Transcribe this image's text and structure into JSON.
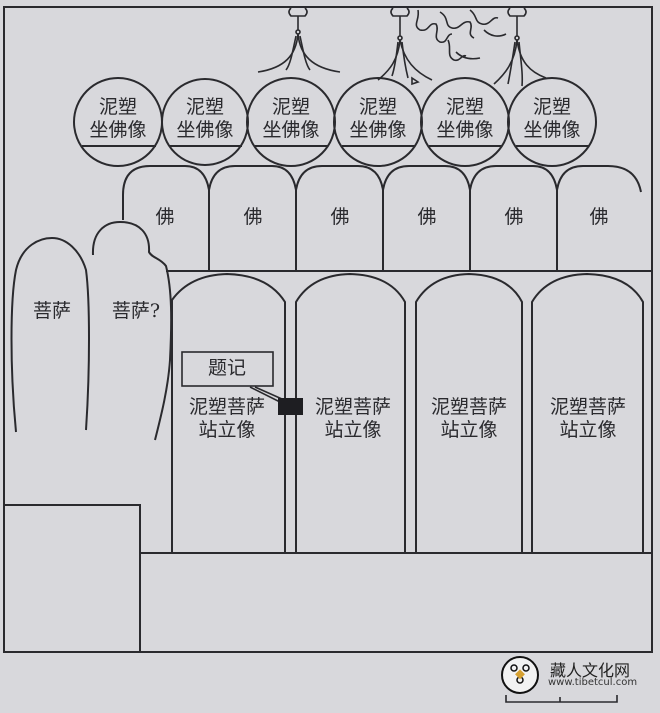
{
  "diagram": {
    "title": "",
    "background": "#d8d8dc",
    "line_color": "#2a2a2e",
    "seated_buddhas": {
      "count": 6,
      "label_line1": "泥塑",
      "label_line2": "坐佛像",
      "items": [
        {
          "line1": "泥塑",
          "line2": "坐佛像"
        },
        {
          "line1": "泥塑",
          "line2": "坐佛像"
        },
        {
          "line1": "泥塑",
          "line2": "坐佛像"
        },
        {
          "line1": "泥塑",
          "line2": "坐佛像"
        },
        {
          "line1": "泥塑",
          "line2": "坐佛像"
        },
        {
          "line1": "泥塑",
          "line2": "坐佛像"
        }
      ]
    },
    "buddha_row": {
      "count": 6,
      "items": [
        "佛",
        "佛",
        "佛",
        "佛",
        "佛",
        "佛"
      ]
    },
    "bodhisattvas_left": [
      {
        "label": "菩萨"
      },
      {
        "label": "菩萨?"
      }
    ],
    "standing_bodhisattvas": {
      "count": 4,
      "items": [
        {
          "line1": "泥塑菩萨",
          "line2": "站立像"
        },
        {
          "line1": "泥塑菩萨",
          "line2": "站立像"
        },
        {
          "line1": "泥塑菩萨",
          "line2": "站立像"
        },
        {
          "line1": "泥塑菩萨",
          "line2": "站立像"
        }
      ]
    },
    "inscription": {
      "label": "题记"
    },
    "watermark": {
      "title": "藏人文化网",
      "url": "www.tibetcul.com"
    }
  }
}
